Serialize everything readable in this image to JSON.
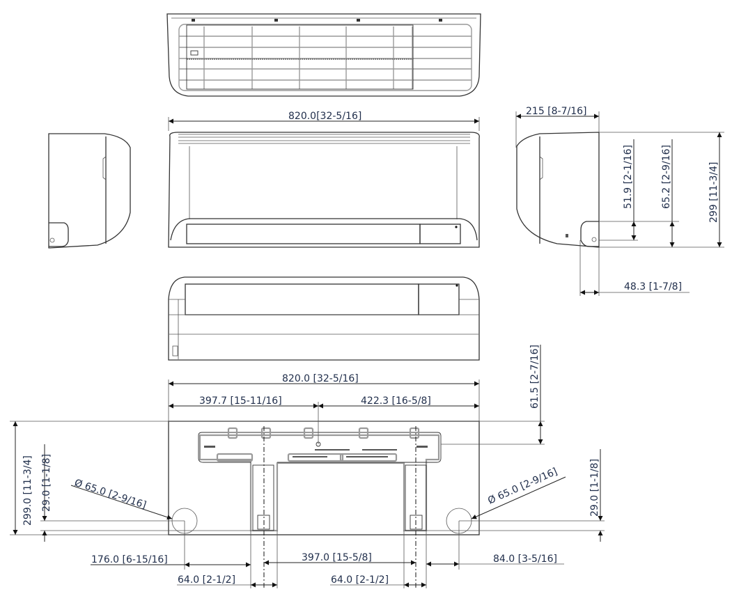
{
  "drawing": {
    "type": "indoor-unit-dimension-drawing",
    "text_color": "#1f2d4a",
    "views": [
      {
        "id": "top-view",
        "label": "top view (grille)"
      },
      {
        "id": "left-side-view",
        "label": "left side view"
      },
      {
        "id": "front-view",
        "label": "front view"
      },
      {
        "id": "right-side-view",
        "label": "right side view"
      },
      {
        "id": "bottom-view",
        "label": "bottom/front lower view"
      },
      {
        "id": "wall-plate-view",
        "label": "installation plate"
      }
    ]
  },
  "dimensions": {
    "front_width": "820.0[32-5/16]",
    "side_depth": "215 [8-7/16]",
    "side_pipe_height_1": "51.9  [2-1/16]",
    "side_pipe_height_2": "65.2  [2-9/16]",
    "side_height": "299 [11-3/4]",
    "side_pipe_offset": "48.3  [1-7/8]",
    "plate_total_width": "820.0  [32-5/16]",
    "plate_left_to_center": "397.7  [15-11/16]",
    "plate_center_to_right": "422.3  [16-5/8]",
    "plate_top_offset": "61.5  [2-7/16]",
    "unit_height": "299.0  [11-3/4]",
    "hole_height_left": "29.0  [1-1/8]",
    "hole_height_right": "29.0  [1-1/8]",
    "hole_diameter_left": "Ø 65.0  [2-9/16]",
    "hole_diameter_right": "Ø 65.0  [2-9/16]",
    "hole_left_offset": "176.0   [6-15/16]",
    "bracket_spacing": "397.0  [15-5/8]",
    "hole_right_offset": "84.0  [3-5/16]",
    "bracket_width_left": "64.0  [2-1/2]",
    "bracket_width_right": "64.0  [2-1/2]"
  }
}
